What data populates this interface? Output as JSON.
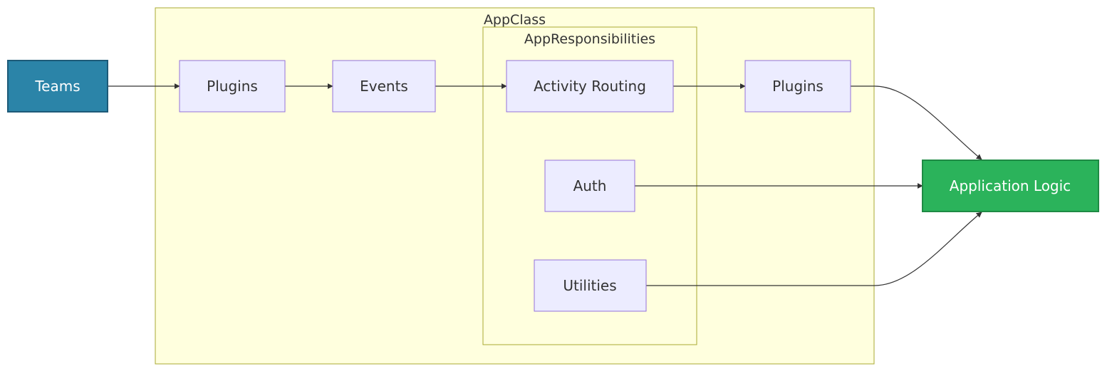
{
  "colors": {
    "teams_node_fill": "#2b84a8",
    "teams_node_stroke": "#1d5a78",
    "app_logic_fill": "#2bb35b",
    "app_logic_stroke": "#1e8a44",
    "default_node_fill": "#ececff",
    "default_node_stroke": "#9370db",
    "subgraph_fill": "#ffffde",
    "subgraph_stroke": "#aaaa33"
  },
  "subgraphs": {
    "app_class": {
      "title": "AppClass"
    },
    "app_responsibilities": {
      "title": "AppResponsibilities"
    }
  },
  "nodes": {
    "teams": {
      "label": "Teams"
    },
    "plugins_in": {
      "label": "Plugins"
    },
    "events": {
      "label": "Events"
    },
    "activity_routing": {
      "label": "Activity Routing"
    },
    "auth": {
      "label": "Auth"
    },
    "utilities": {
      "label": "Utilities"
    },
    "plugins_out": {
      "label": "Plugins"
    },
    "application_logic": {
      "label": "Application Logic"
    }
  },
  "edges": [
    {
      "from": "Teams",
      "to": "Plugins"
    },
    {
      "from": "Plugins",
      "to": "Events"
    },
    {
      "from": "Events",
      "to": "Activity Routing"
    },
    {
      "from": "Activity Routing",
      "to": "Plugins"
    },
    {
      "from": "Plugins",
      "to": "Application Logic"
    },
    {
      "from": "Auth",
      "to": "Application Logic"
    },
    {
      "from": "Utilities",
      "to": "Application Logic"
    }
  ]
}
